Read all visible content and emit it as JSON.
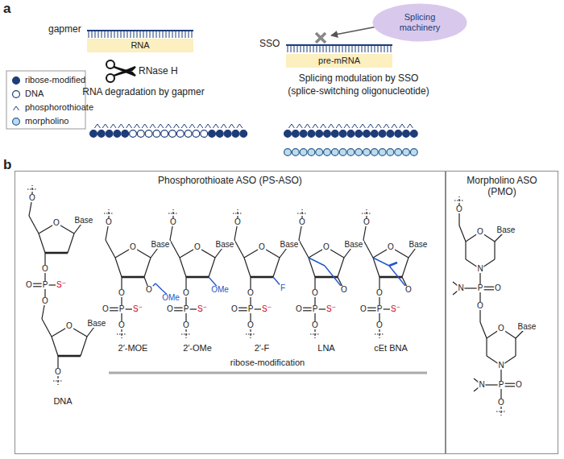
{
  "diagram": {
    "nodes": [
      {
        "text": [
          "RNA"
        ]
      },
      {
        "text": [
          "pre-mRNA"
        ]
      },
      {
        "text": [
          "Splicing machinery"
        ]
      },
      {
        "text": [
          "Phosphorothioate ASO (PS-ASO)"
        ]
      },
      {
        "text": [
          "Morpholino ASO (PMO)"
        ]
      }
    ],
    "labels": [
      "a",
      "gapmer",
      "RNase H",
      "RNA degradation by gapmer",
      "SSO",
      "Splicing modulation by SSO (splice-switching oligonucleotide)",
      "b",
      "O",
      "O",
      "Base",
      "O",
      "P",
      "O",
      "S⁻",
      "O",
      "O",
      "Base",
      "O",
      "DNA",
      "O",
      "O",
      "Base",
      "O",
      "P",
      "O",
      "S⁻",
      "O",
      "O",
      "OMe",
      "2′-MOE",
      "O",
      "O",
      "Base",
      "O",
      "P",
      "O",
      "S⁻",
      "O",
      "OMe",
      "2′-OMe",
      "O",
      "O",
      "Base",
      "O",
      "P",
      "O",
      "S⁻",
      "O",
      "F",
      "2′-F",
      "O",
      "O",
      "Base",
      "O",
      "P",
      "O",
      "S⁻",
      "O",
      "O",
      "LNA",
      "O",
      "O",
      "Base",
      "O",
      "P",
      "O",
      "S⁻",
      "O",
      "O",
      "cEt BNA",
      "ribose-modification",
      "O",
      "O",
      "Base",
      "N",
      "N",
      "P",
      "O",
      "O",
      "O",
      "Base",
      "N",
      "N",
      "P",
      "O",
      "O"
    ],
    "legend": [
      {
        "text": "ribose-modified"
      },
      {
        "text": "DNA"
      },
      {
        "text": "phosphorothioate"
      },
      {
        "text": "morpholino"
      }
    ]
  }
}
